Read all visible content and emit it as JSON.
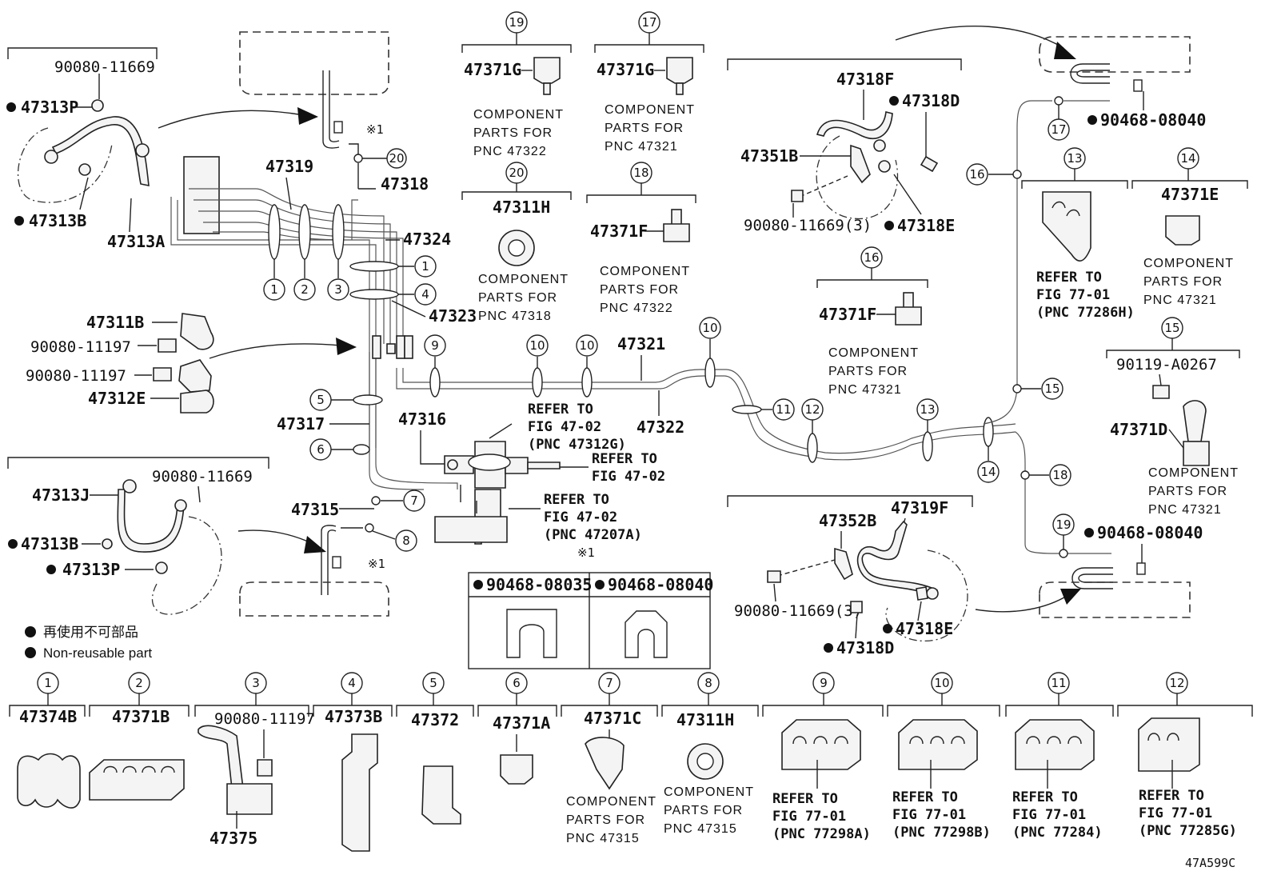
{
  "parts": {
    "p47313P_top": "47313P",
    "p90080_11669_top": "90080-11669",
    "p47313B_top": "47313B",
    "p47313A": "47313A",
    "p47319": "47319",
    "p47318": "47318",
    "p47324": "47324",
    "p47323": "47323",
    "p47311B": "47311B",
    "p90080_11197_a": "90080-11197",
    "p90080_11197_b": "90080-11197",
    "p47312E": "47312E",
    "p47317": "47317",
    "p47316": "47316",
    "p47321": "47321",
    "p47322": "47322",
    "p47313J": "47313J",
    "p90080_11669_mid": "90080-11669",
    "p47313B_mid": "47313B",
    "p47313P_mid": "47313P",
    "p47315": "47315",
    "p47371G_19": "47371G",
    "p47371G_17": "47371G",
    "p47311H_20": "47311H",
    "p47371F_18": "47371F",
    "p47318F": "47318F",
    "p47318D_top": "47318D",
    "p47351B": "47351B",
    "p90080_11669_3_top": "90080-11669(3)",
    "p47318E_top": "47318E",
    "p47371F_16": "47371F",
    "p90468_08040_top": "90468-08040",
    "p47371E": "47371E",
    "p90119_A0267": "90119-A0267",
    "p47371D": "47371D",
    "p90468_08040_mid": "90468-08040",
    "p47352B": "47352B",
    "p47319F": "47319F",
    "p90080_11669_3_bot": "90080-11669(3)",
    "p47318E_bot": "47318E",
    "p47318D_bot": "47318D",
    "p90468_08035_box": "90468-08035",
    "p90468_08040_box": "90468-08040"
  },
  "notes": {
    "cp_47322_a": [
      "COMPONENT",
      "PARTS FOR",
      "PNC 47322"
    ],
    "cp_47321_a": [
      "COMPONENT",
      "PARTS FOR",
      "PNC 47321"
    ],
    "cp_47318": [
      "COMPONENT",
      "PARTS FOR",
      "PNC 47318"
    ],
    "cp_47322_b": [
      "COMPONENT",
      "PARTS FOR",
      "PNC 47322"
    ],
    "cp_47321_b": [
      "COMPONENT",
      "PARTS FOR",
      "PNC 47321"
    ],
    "cp_47321_c": [
      "COMPONENT",
      "PARTS FOR",
      "PNC 47321"
    ],
    "cp_47321_d": [
      "COMPONENT",
      "PARTS FOR",
      "PNC 47321"
    ],
    "cp_47315_a": [
      "COMPONENT",
      "PARTS FOR",
      "PNC 47315"
    ],
    "cp_47315_b": [
      "COMPONENT",
      "PARTS FOR",
      "PNC 47315"
    ]
  },
  "refs": {
    "fig4702_47312G": [
      "REFER TO",
      "FIG 47-02",
      "(PNC 47312G)"
    ],
    "fig4702": [
      "REFER TO",
      "FIG 47-02"
    ],
    "fig4702_47207A": [
      "REFER TO",
      "FIG 47-02",
      "(PNC 47207A)"
    ],
    "fig7701_77286H": [
      "REFER TO",
      "FIG 77-01",
      "(PNC 77286H)"
    ],
    "fig7701_77298A": [
      "REFER TO",
      "FIG 77-01",
      "(PNC 77298A)"
    ],
    "fig7701_77298B": [
      "REFER TO",
      "FIG 77-01",
      "(PNC 77298B)"
    ],
    "fig7701_77284": [
      "REFER TO",
      "FIG 77-01",
      "(PNC 77284)"
    ],
    "fig7701_77285G": [
      "REFER TO",
      "FIG 77-01",
      "(PNC 77285G)"
    ]
  },
  "bottom_row": [
    {
      "num": "1",
      "part": "47374B"
    },
    {
      "num": "2",
      "part": "47371B"
    },
    {
      "num": "3",
      "part": "90080-11197",
      "sub": "47375"
    },
    {
      "num": "4",
      "part": "47373B"
    },
    {
      "num": "5",
      "part": "47372"
    },
    {
      "num": "6",
      "part": "47371A"
    },
    {
      "num": "7",
      "part": "47371C"
    },
    {
      "num": "8",
      "part": "47311H"
    },
    {
      "num": "9",
      "part": ""
    },
    {
      "num": "10",
      "part": ""
    },
    {
      "num": "11",
      "part": ""
    },
    {
      "num": "12",
      "part": ""
    }
  ],
  "callouts": {
    "c1": "1",
    "c2": "2",
    "c3": "3",
    "c4": "4",
    "c5": "5",
    "c6": "6",
    "c7": "7",
    "c8": "8",
    "c9": "9",
    "c10": "10",
    "c11": "11",
    "c12": "12",
    "c13": "13",
    "c14": "14",
    "c15": "15",
    "c16": "16",
    "c17": "17",
    "c18": "18",
    "c19": "19",
    "c20": "20"
  },
  "marks": {
    "ref_mark": "※1"
  },
  "legend": {
    "jp": "再使用不可部品",
    "en": "Non-reusable part"
  },
  "diagram_code": "47A599C"
}
